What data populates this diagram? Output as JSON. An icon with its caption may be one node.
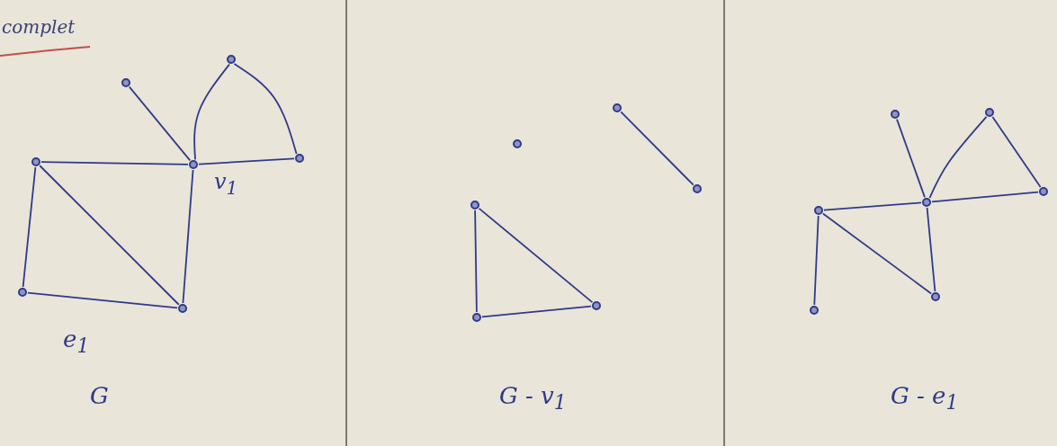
{
  "diagram": {
    "nodes": [
      {
        "text": [],
        "shape": "circle"
      },
      {
        "text": [],
        "shape": "circle"
      },
      {
        "text": [],
        "shape": "circle"
      },
      {
        "text": [],
        "shape": "circle"
      },
      {
        "text": [],
        "shape": "circle"
      },
      {
        "text": [],
        "shape": "circle"
      },
      {
        "text": [],
        "shape": "circle"
      },
      {
        "text": [],
        "shape": "circle"
      },
      {
        "text": [],
        "shape": "circle"
      },
      {
        "text": [],
        "shape": "circle"
      },
      {
        "text": [],
        "shape": "circle"
      },
      {
        "text": [],
        "shape": "circle"
      },
      {
        "text": [],
        "shape": "circle"
      },
      {
        "text": [],
        "shape": "circle"
      },
      {
        "text": [],
        "shape": "circle"
      },
      {
        "text": [],
        "shape": "circle"
      },
      {
        "text": [],
        "shape": "circle"
      },
      {
        "text": [],
        "shape": "circle"
      },
      {
        "text": [],
        "shape": "circle"
      },
      {
        "text": [],
        "shape": "circle"
      }
    ],
    "edges": [
      {
        "from": 0,
        "to": 3,
        "arrow": "none"
      },
      {
        "from": 3,
        "to": 1,
        "arrow": "none"
      },
      {
        "from": 1,
        "to": 4,
        "arrow": "none"
      },
      {
        "from": 2,
        "to": 3,
        "arrow": "none"
      },
      {
        "from": 3,
        "to": 4,
        "arrow": "none"
      },
      {
        "from": 2,
        "to": 6,
        "arrow": "none"
      },
      {
        "from": 2,
        "to": 5,
        "arrow": "none"
      },
      {
        "from": 5,
        "to": 6,
        "arrow": "none"
      },
      {
        "from": 3,
        "to": 6,
        "arrow": "none"
      },
      {
        "from": 8,
        "to": 10,
        "arrow": "none"
      },
      {
        "from": 9,
        "to": 11,
        "arrow": "none"
      },
      {
        "from": 11,
        "to": 12,
        "arrow": "none"
      },
      {
        "from": 9,
        "to": 12,
        "arrow": "none"
      },
      {
        "from": 13,
        "to": 16,
        "arrow": "none"
      },
      {
        "from": 16,
        "to": 14,
        "arrow": "none"
      },
      {
        "from": 14,
        "to": 17,
        "arrow": "none"
      },
      {
        "from": 15,
        "to": 16,
        "arrow": "none"
      },
      {
        "from": 16,
        "to": 17,
        "arrow": "none"
      },
      {
        "from": 15,
        "to": 19,
        "arrow": "none"
      },
      {
        "from": 15,
        "to": 18,
        "arrow": "none"
      },
      {
        "from": 16,
        "to": 19,
        "arrow": "none"
      }
    ],
    "labels": [
      "complet",
      "v$_{1}$",
      "e$_{1}$",
      "G",
      "G - v$_{1}$",
      "G - e$_{1}$"
    ]
  }
}
